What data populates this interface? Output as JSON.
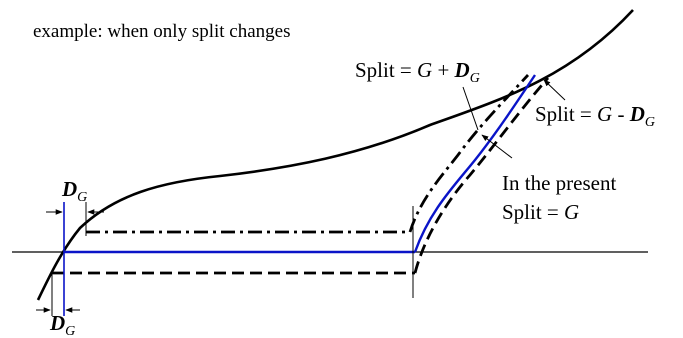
{
  "caption": "example: when only split changes",
  "labels": {
    "split_plus": {
      "prefix": "Split = ",
      "var": "G",
      "op": " + ",
      "delta": "D",
      "sub": "G"
    },
    "split_minus": {
      "prefix": "Split = ",
      "var": "G",
      "op": " - ",
      "delta": "D",
      "sub": "G"
    },
    "present_line1": "In the present",
    "present_line2": {
      "prefix": "Split = ",
      "var": "G"
    },
    "delta_top": {
      "delta": "D",
      "sub": "G"
    },
    "delta_bottom": {
      "delta": "D",
      "sub": "G"
    }
  },
  "colors": {
    "stroke": "#000000",
    "present": "#0a14c8"
  }
}
